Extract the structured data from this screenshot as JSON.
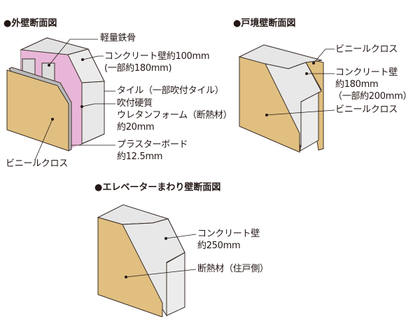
{
  "sections": [
    {
      "title": "●外壁断面図",
      "labels": [
        "軽量鉄骨",
        "コンクリート壁約100mm",
        "(一部約180mm)",
        "タイル（一部吹付タイル）",
        "吹付硬質",
        "ウレタンフォーム（断熱材）",
        "約20mm",
        "プラスターボード",
        "約12.5mm",
        "ビニールクロス"
      ]
    },
    {
      "title": "●戸境壁断面図",
      "labels": [
        "ビニールクロス",
        "コンクリート壁",
        "約180mm",
        "（一部約200mm）",
        "ビニールクロス"
      ]
    },
    {
      "title": "●エレベーターまわり壁断面図",
      "labels": [
        "コンクリート壁",
        "約250mm",
        "断熱材（住戸側）"
      ]
    }
  ],
  "colors": {
    "concrete": "#e6e6e6",
    "cloth": "#e0bf80",
    "urethane": "#e8b6d8",
    "outline": "#3a2e28"
  }
}
